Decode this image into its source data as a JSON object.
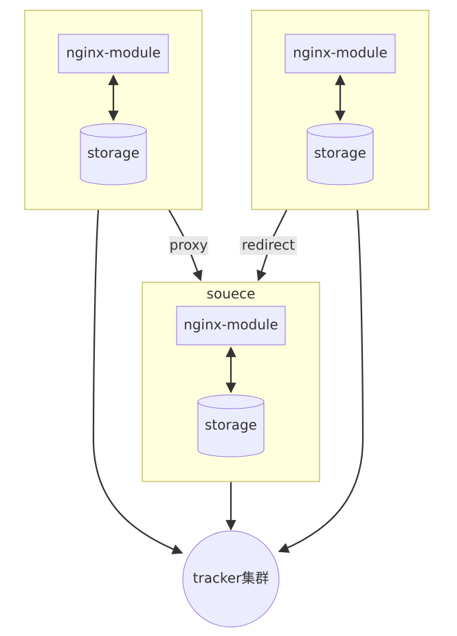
{
  "clusters": [
    {
      "title": "",
      "module": "nginx-module",
      "store": "storage"
    },
    {
      "title": "",
      "module": "nginx-module",
      "store": "storage"
    },
    {
      "title": "souece",
      "module": "nginx-module",
      "store": "storage"
    }
  ],
  "edges": {
    "proxy": "proxy",
    "redirect": "redirect"
  },
  "tracker": "tracker集群",
  "colors": {
    "cluster_fill": "#ffffde",
    "cluster_stroke": "#aaaa33",
    "node_fill": "#ececff",
    "node_stroke": "#9370db",
    "edge": "#333333"
  }
}
